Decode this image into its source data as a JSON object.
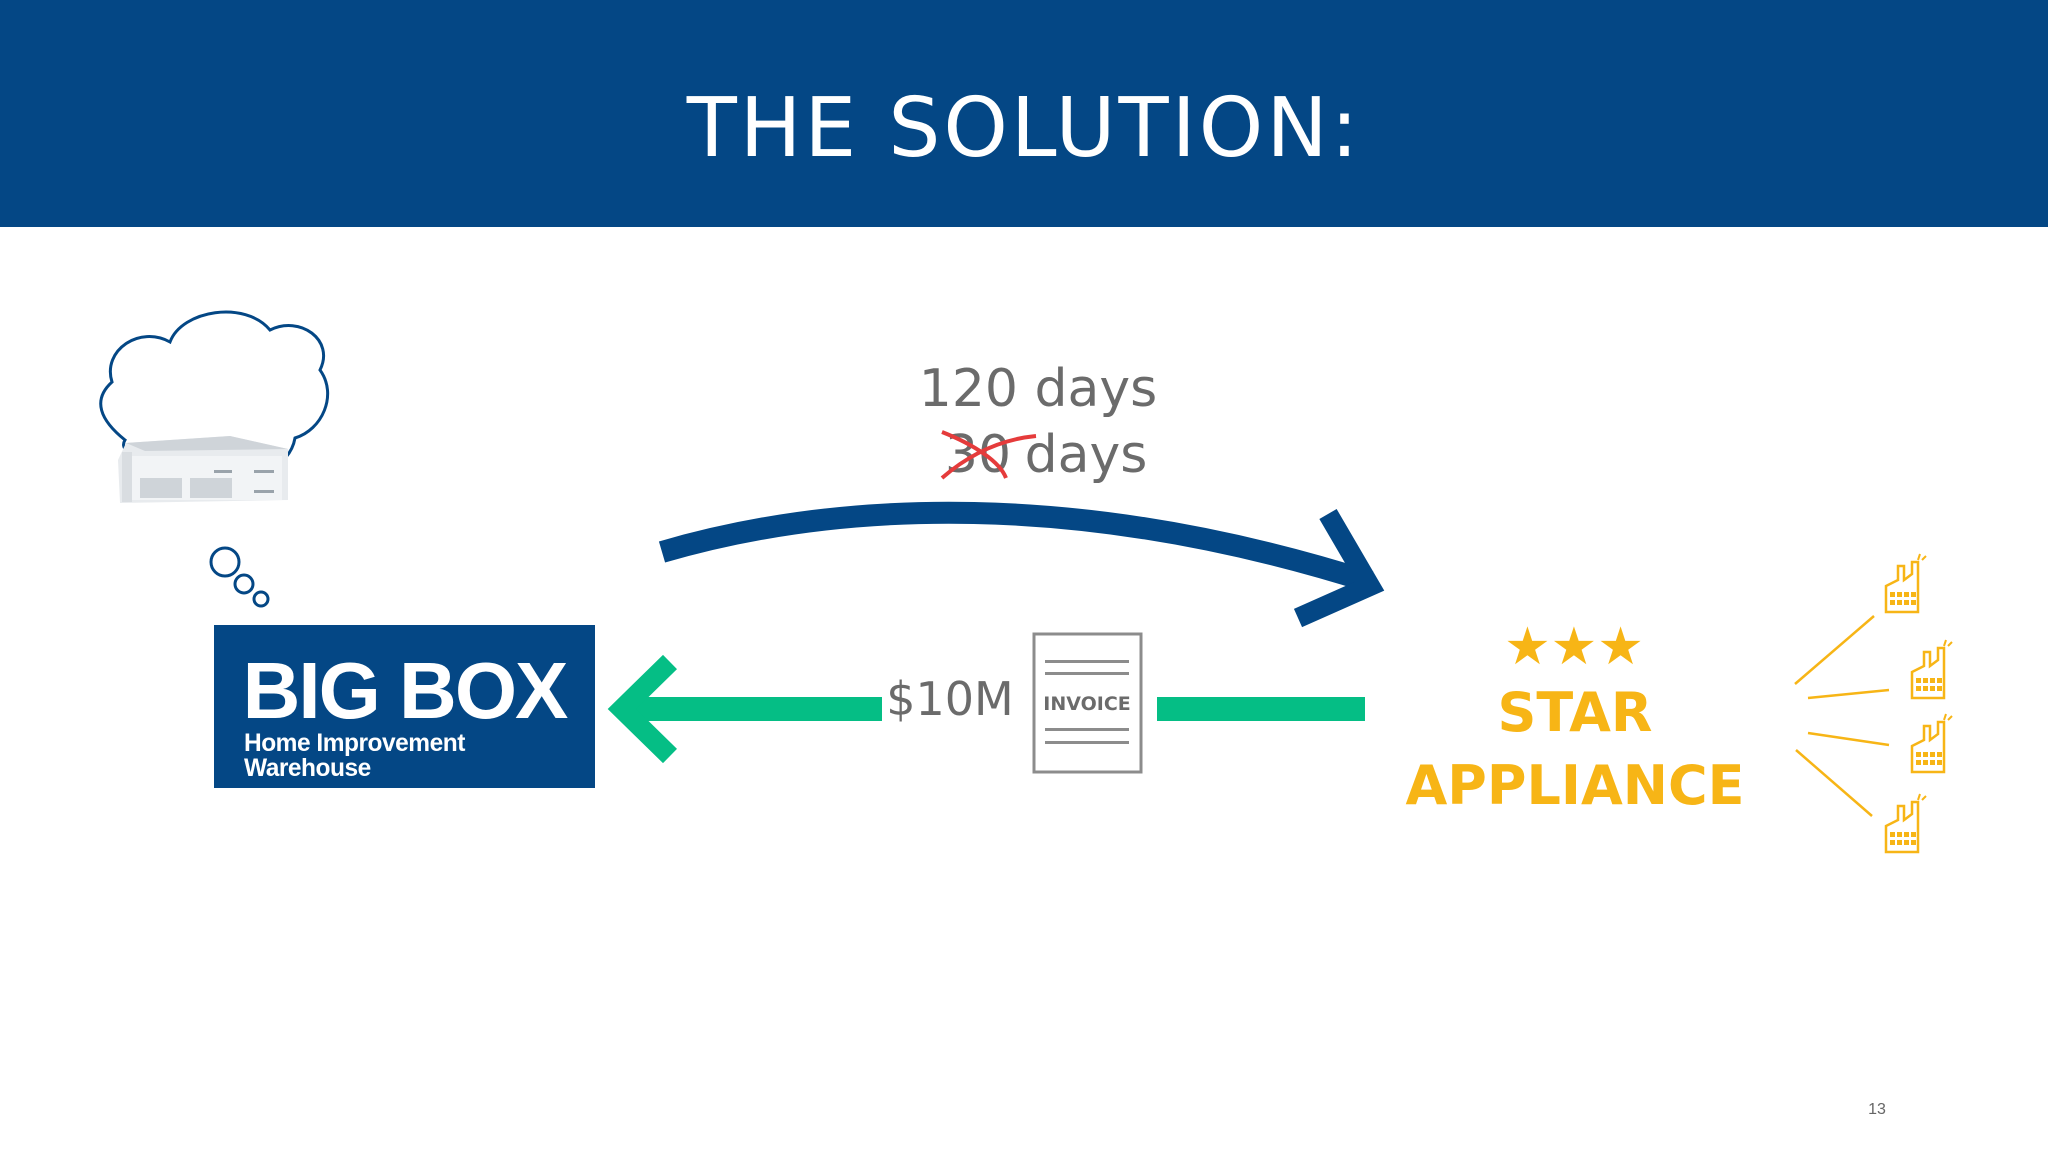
{
  "header": {
    "title": "THE SOLUTION:"
  },
  "terms": {
    "new": "120 days",
    "old_number": "30",
    "old_unit": "days"
  },
  "payment": {
    "amount": "$10M",
    "document_label": "INVOICE"
  },
  "buyer": {
    "name": "BIG BOX",
    "tagline": "Home Improvement Warehouse"
  },
  "supplier": {
    "stars": "★★★",
    "name": "STAR APPLIANCE"
  },
  "footer": {
    "page_number": "13"
  },
  "colors": {
    "brand_blue": "#044785",
    "accent_green": "#05be85",
    "star_gold": "#f7b516",
    "strike_red": "#e53b3b",
    "text_gray": "#6b6b6b"
  },
  "icons": {
    "thought": "thought-bubble-warehouse-icon",
    "factory": "factory-icon",
    "arrow_terms": "curved-arrow-right-icon",
    "arrow_payment": "arrow-left-icon"
  }
}
